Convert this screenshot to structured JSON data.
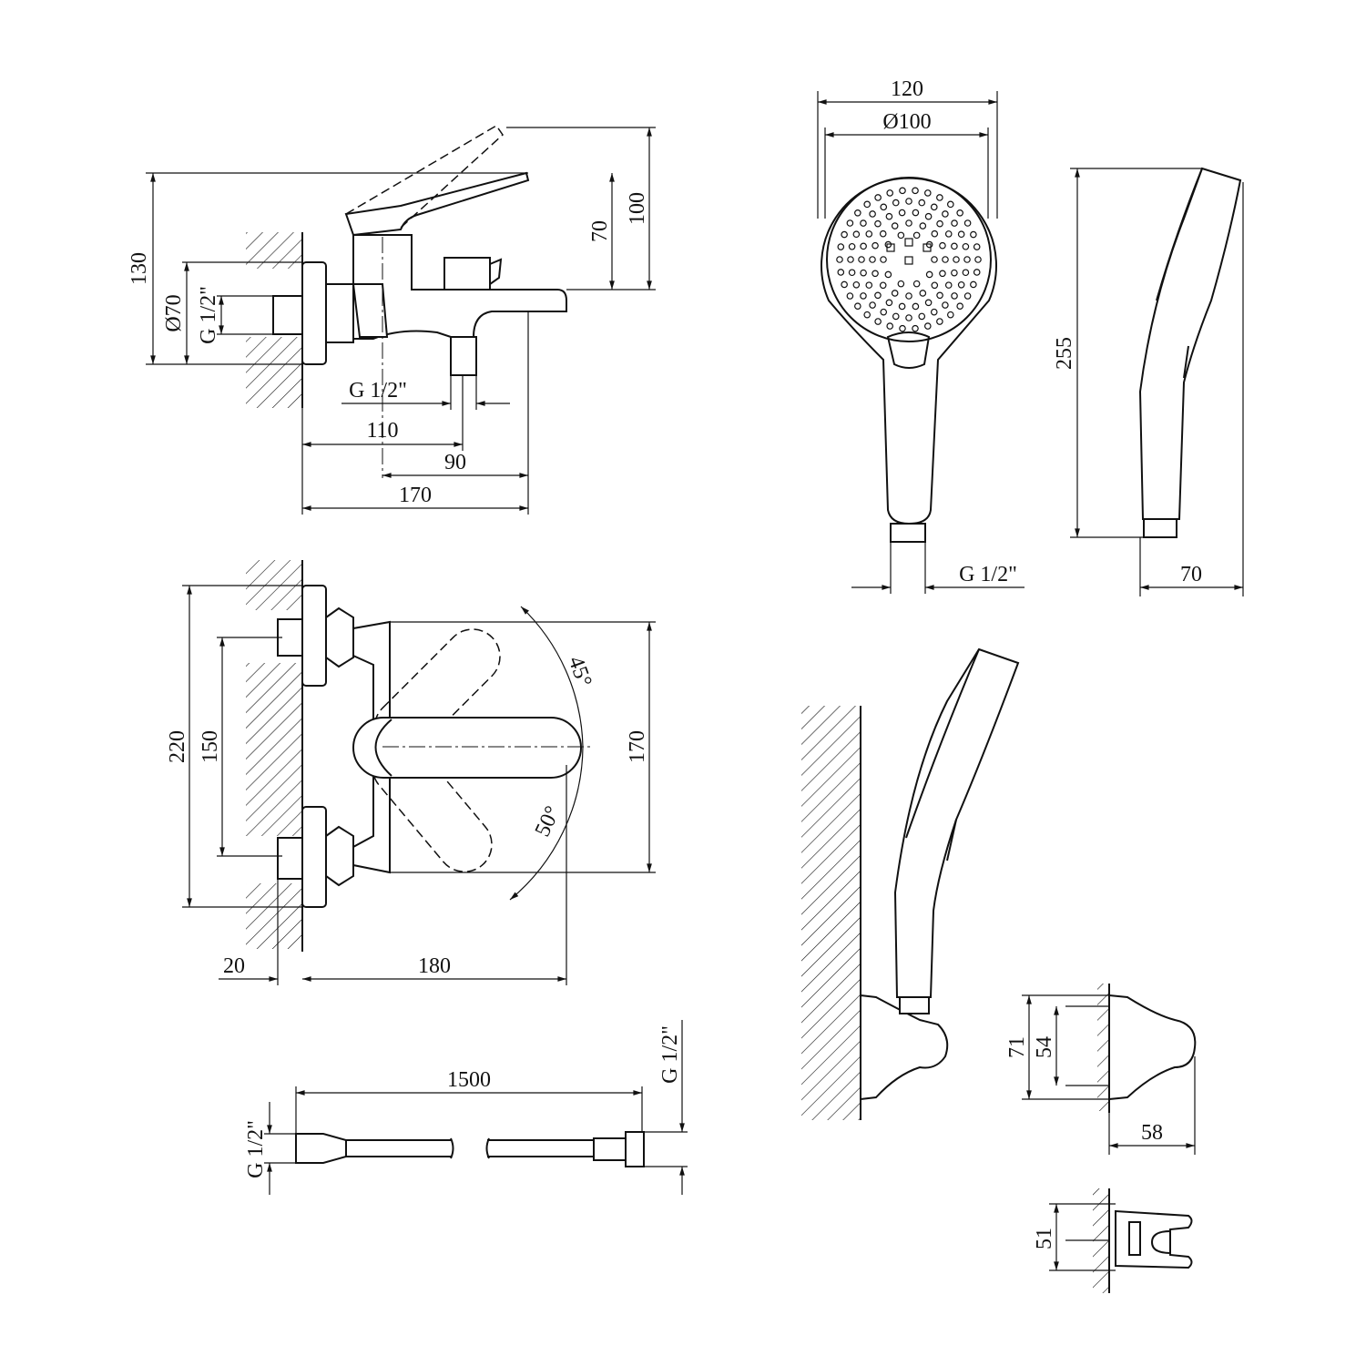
{
  "colors": {
    "line": "#111111",
    "background": "#ffffff"
  },
  "side_view": {
    "height_130": "130",
    "diameter_70": "Ø70",
    "inlet_thread": "G 1/2\"",
    "lever_70": "70",
    "lever_100": "100",
    "outlet_thread": "G 1/2\"",
    "len_110": "110",
    "len_90": "90",
    "len_170": "170"
  },
  "hand_shower": {
    "width_120": "120",
    "diameter_100": "Ø100",
    "length_255": "255",
    "thread": "G 1/2\"",
    "depth_70": "70"
  },
  "top_view": {
    "height_220": "220",
    "height_150": "150",
    "angle_45": "45°",
    "height_170": "170",
    "angle_50": "50°",
    "offset_20": "20",
    "len_180": "180"
  },
  "hose": {
    "length": "1500",
    "left_thread": "G 1/2\"",
    "right_thread": "G 1/2\""
  },
  "holder": {
    "height_71": "71",
    "height_54": "54",
    "depth_58": "58",
    "height_51": "51"
  }
}
